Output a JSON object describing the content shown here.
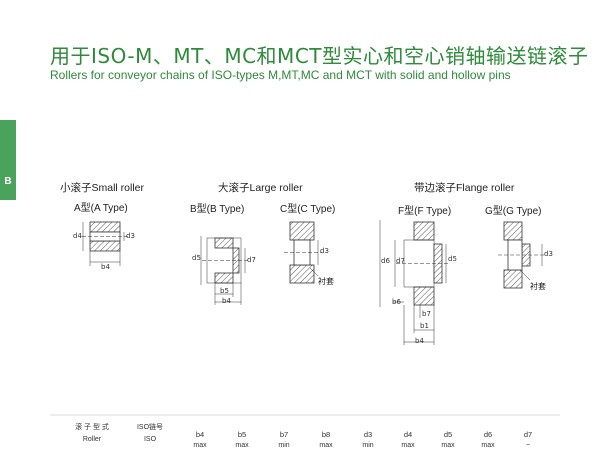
{
  "title_cn": "用于ISO-M、MT、MC和MCT型实心和空心销轴输送链滚子",
  "title_en": "Rollers for conveyor chains of ISO-types M,MT,MC and MCT with solid and hollow pins",
  "section_tab": "B",
  "sections": {
    "small": "小滚子Small roller",
    "large": "大滚子Large roller",
    "flange": "带边滚子Flange roller"
  },
  "types": {
    "a": "A型(A Type)",
    "b": "B型(B Type)",
    "c": "C型(C Type)",
    "f": "F型(F Type)",
    "g": "G型(G Type)"
  },
  "dims": {
    "d4": "d4",
    "d3": "d3",
    "b4": "b4",
    "d5": "d5",
    "d7": "d7",
    "b5": "b5",
    "d6": "d6",
    "b6": "b6",
    "b7": "b7",
    "b1": "b1"
  },
  "bushing_label": "衬套",
  "table_header": {
    "roller_cn": "滚 子 型 式",
    "roller_en": "Roller",
    "iso_cn": "ISO链号",
    "iso_en": "ISO",
    "columns": [
      {
        "sym": "b4",
        "sub": "max"
      },
      {
        "sym": "b5",
        "sub": "max"
      },
      {
        "sym": "b7",
        "sub": "min"
      },
      {
        "sym": "b8",
        "sub": "max"
      },
      {
        "sym": "d3",
        "sub": "min"
      },
      {
        "sym": "d4",
        "sub": "max"
      },
      {
        "sym": "d5",
        "sub": "max"
      },
      {
        "sym": "d6",
        "sub": "max"
      },
      {
        "sym": "d7",
        "sub": "~"
      }
    ]
  }
}
